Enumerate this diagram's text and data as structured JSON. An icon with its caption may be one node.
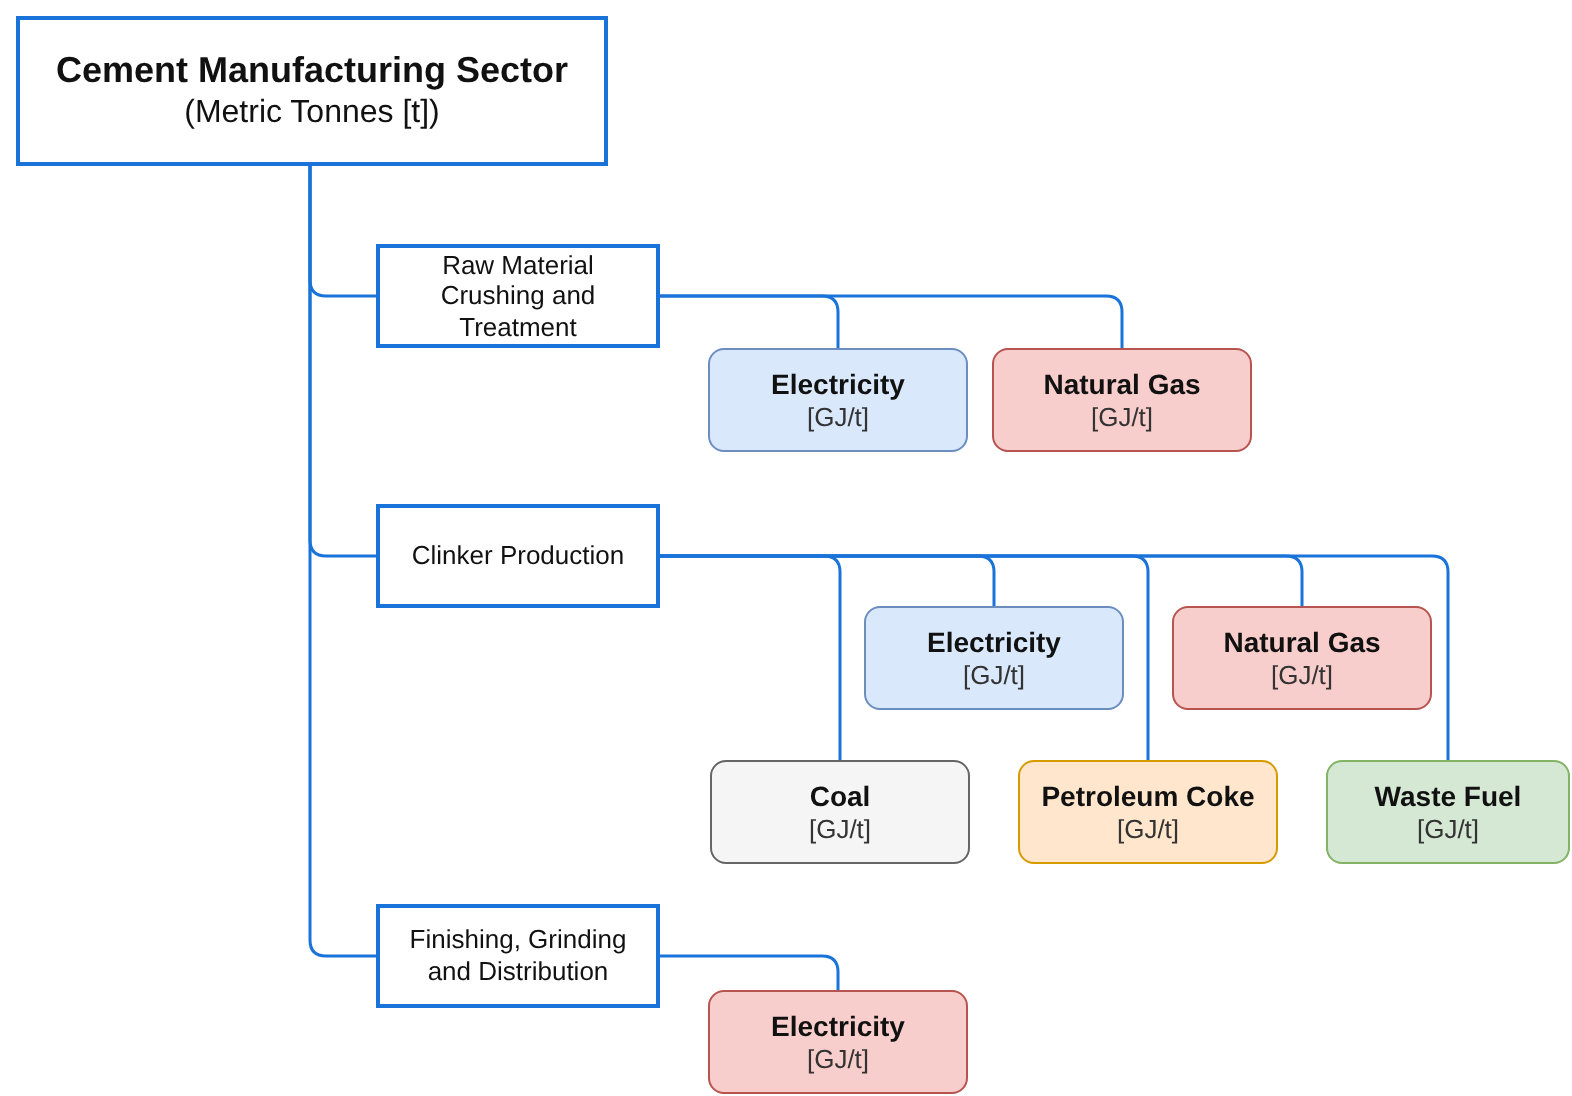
{
  "diagram": {
    "nodes": [
      {
        "text": [
          "Cement Manufacturing Sector",
          "(Metric Tonnes [t])"
        ]
      },
      {
        "text": [
          "Raw Material Crushing and Treatment"
        ]
      },
      {
        "text": [
          "Electricity",
          "[GJ/t]"
        ]
      },
      {
        "text": [
          "Natural Gas",
          "[GJ/t]"
        ]
      },
      {
        "text": [
          "Clinker Production"
        ]
      },
      {
        "text": [
          "Electricity",
          "[GJ/t]"
        ]
      },
      {
        "text": [
          "Natural Gas",
          "[GJ/t]"
        ]
      },
      {
        "text": [
          "Coal",
          "[GJ/t]"
        ]
      },
      {
        "text": [
          "Petroleum Coke",
          "[GJ/t]"
        ]
      },
      {
        "text": [
          "Waste Fuel",
          "[GJ/t]"
        ]
      },
      {
        "text": [
          "Finishing, Grinding and Distribution"
        ]
      },
      {
        "text": [
          "Electricity",
          "[GJ/t]"
        ]
      }
    ],
    "edges": [
      {
        "from": 0,
        "to": 1,
        "arrow": "none"
      },
      {
        "from": 0,
        "to": 4,
        "arrow": "none"
      },
      {
        "from": 0,
        "to": 10,
        "arrow": "none"
      },
      {
        "from": 1,
        "to": 2,
        "arrow": "none"
      },
      {
        "from": 1,
        "to": 3,
        "arrow": "none"
      },
      {
        "from": 4,
        "to": 7,
        "arrow": "none"
      },
      {
        "from": 4,
        "to": 5,
        "arrow": "none"
      },
      {
        "from": 4,
        "to": 8,
        "arrow": "none"
      },
      {
        "from": 4,
        "to": 6,
        "arrow": "none"
      },
      {
        "from": 4,
        "to": 9,
        "arrow": "none"
      },
      {
        "from": 10,
        "to": 11,
        "arrow": "none"
      }
    ]
  }
}
